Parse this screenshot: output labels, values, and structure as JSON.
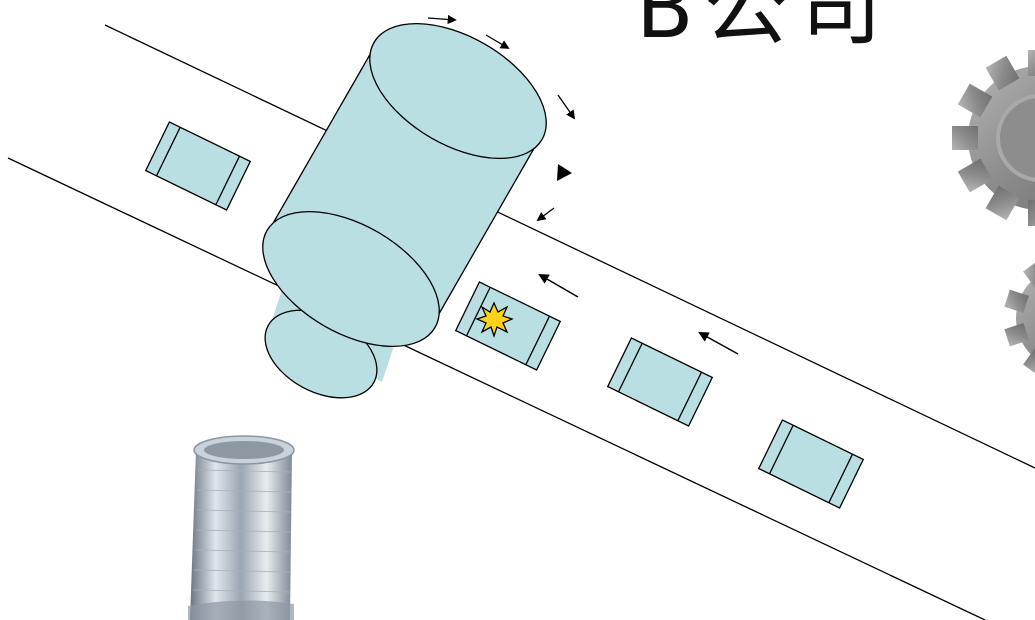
{
  "title": "B公司",
  "colors": {
    "part_fill": "#b9dfe3",
    "outline": "#000000",
    "background": "#ffffff",
    "spark": "#ffd21a",
    "gear": "#8f8f8f",
    "pipe": "#c6ced6"
  },
  "scene": {
    "belt": "conveyor-belt",
    "roller": "roller",
    "parts": [
      "part",
      "part",
      "part-defect",
      "part",
      "part"
    ],
    "rotation_arrows": 5,
    "motion_arrows": 2,
    "icons": [
      "gear-icon",
      "gear-icon",
      "pipe-icon",
      "spark-icon"
    ]
  }
}
